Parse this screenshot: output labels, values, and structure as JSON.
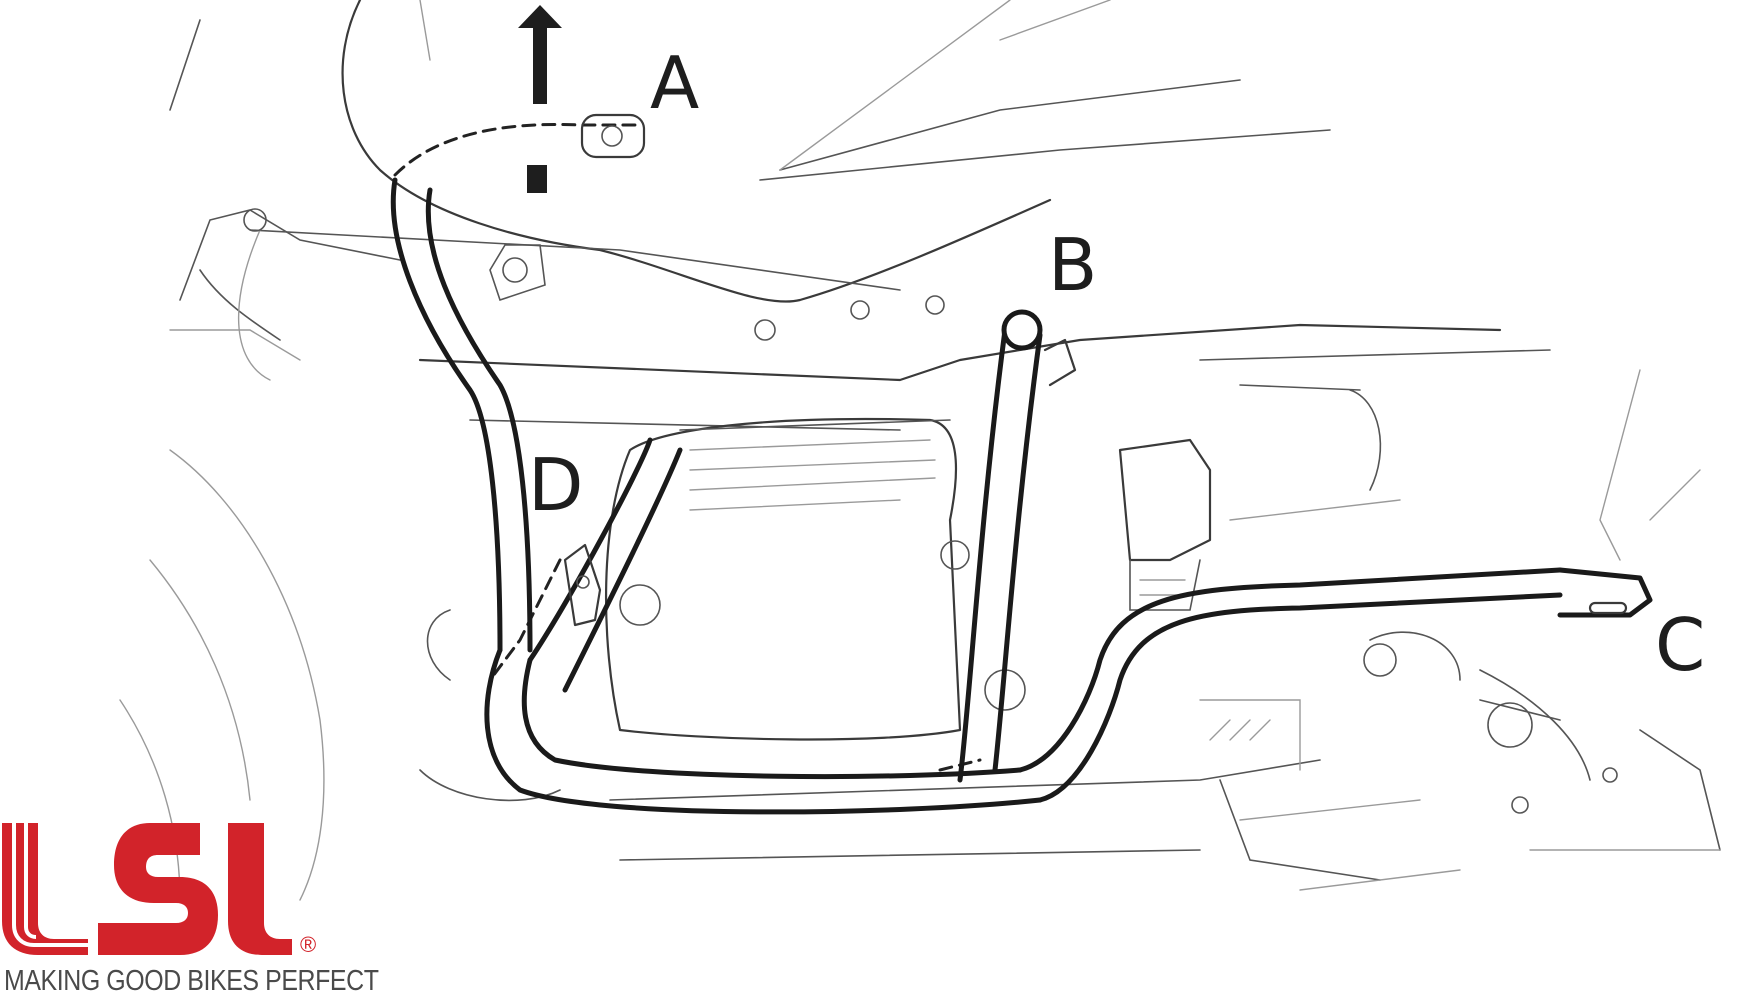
{
  "callouts": {
    "a": "A",
    "b": "B",
    "c": "C",
    "d": "D"
  },
  "brand": {
    "logo_text": "LSL",
    "registered_mark": "®",
    "tagline": "MAKING GOOD BIKES PERFECT",
    "color": "#d2232a"
  },
  "colors": {
    "line": "#3a3a3a",
    "bar": "#1a1a1a",
    "background": "#ffffff"
  }
}
